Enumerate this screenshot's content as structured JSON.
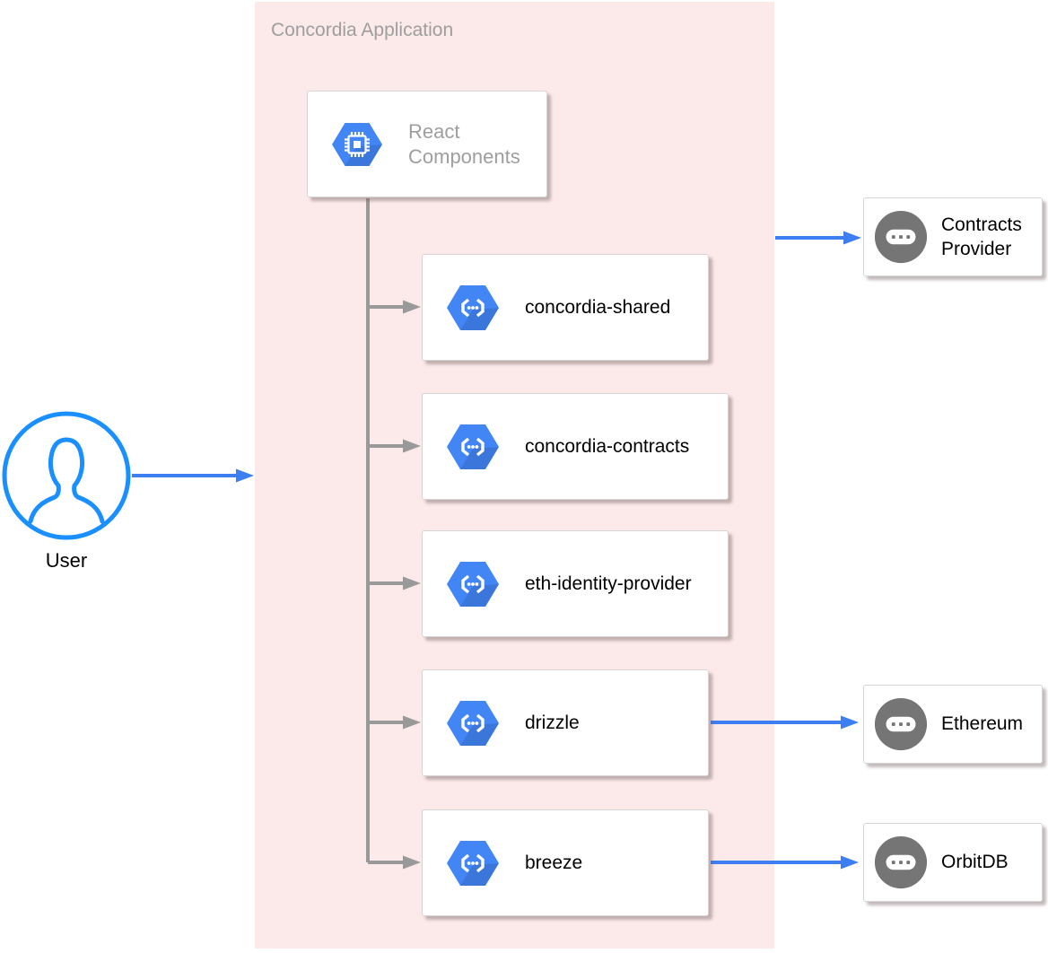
{
  "diagram": {
    "group": {
      "label": "Concordia Application"
    },
    "root": {
      "label": "React Components"
    },
    "modules": [
      {
        "label": "concordia-shared"
      },
      {
        "label": "concordia-contracts"
      },
      {
        "label": "eth-identity-provider"
      },
      {
        "label": "drizzle"
      },
      {
        "label": "breeze"
      }
    ],
    "actor": {
      "label": "User"
    },
    "externals": [
      {
        "label": "Contracts Provider"
      },
      {
        "label": "Ethereum"
      },
      {
        "label": "OrbitDB"
      }
    ],
    "colors": {
      "group_fill": "#fce9e9",
      "hexagon_blue": "#4285f4",
      "service_gray": "#757575",
      "arrow_blue": "#3d7ef2",
      "connector_gray": "#999999",
      "muted_text": "#9e9e9e",
      "text_black": "#000000",
      "actor_blue": "#1a8fff"
    }
  }
}
